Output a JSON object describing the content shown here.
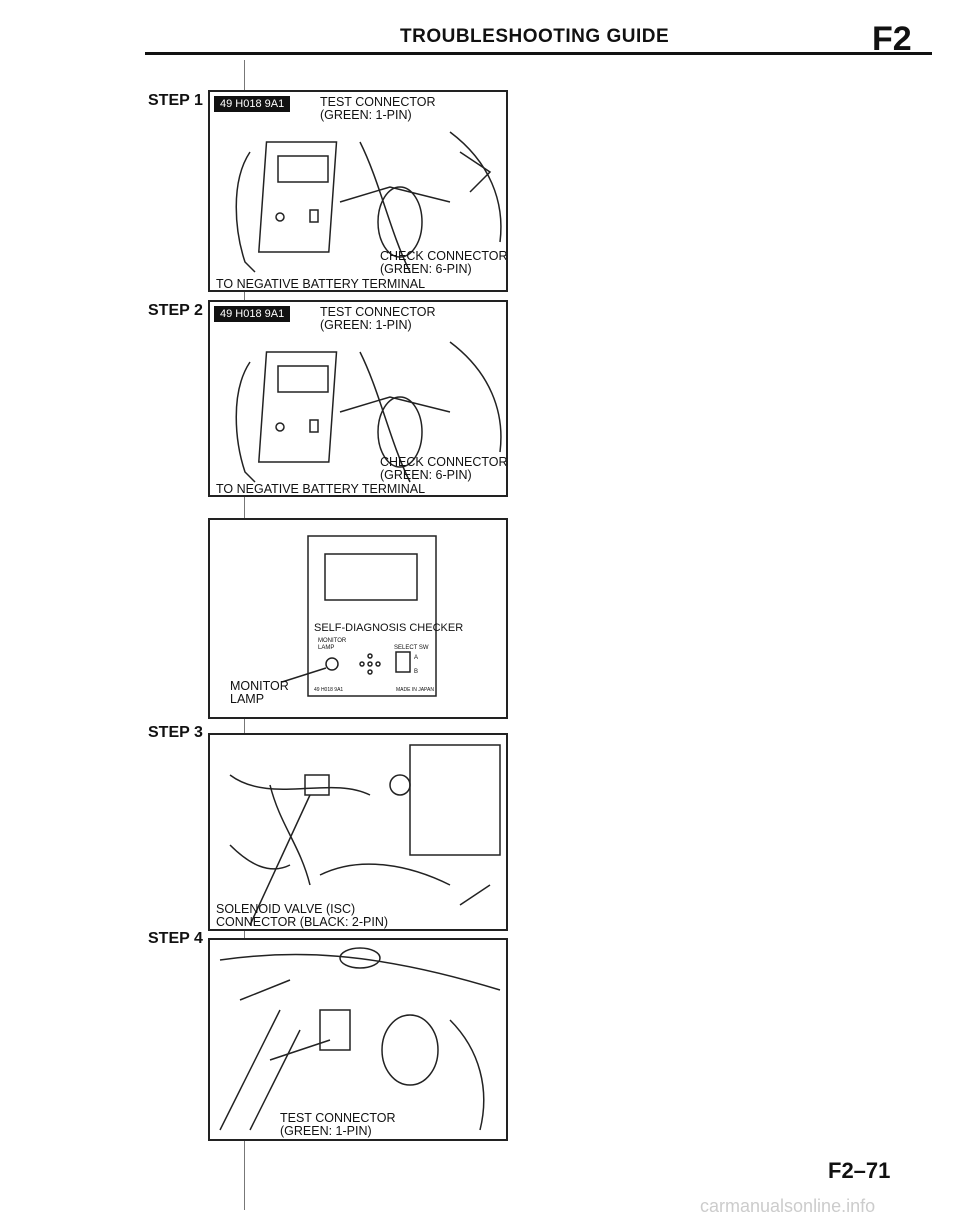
{
  "header": {
    "title": "TROUBLESHOOTING GUIDE",
    "section": "F2"
  },
  "steps": [
    {
      "label": "STEP 1",
      "tool_id": "49 H018 9A1",
      "callouts": [
        "TEST CONNECTOR\n(GREEN: 1-PIN)",
        "CHECK CONNECTOR\n(GREEN: 6-PIN)",
        "TO NEGATIVE BATTERY TERMINAL"
      ]
    },
    {
      "label": "STEP 2",
      "tool_id": "49 H018 9A1",
      "callouts": [
        "TEST CONNECTOR\n(GREEN: 1-PIN)",
        "CHECK CONNECTOR\n(GREEN: 6-PIN)",
        "TO NEGATIVE BATTERY TERMINAL"
      ]
    },
    {
      "label": "STEP 3",
      "callouts": [
        "SOLENOID VALVE (ISC)\nCONNECTOR (BLACK: 2-PIN)"
      ]
    },
    {
      "label": "STEP 4",
      "callouts": [
        "TEST CONNECTOR\n(GREEN: 1-PIN)"
      ]
    }
  ],
  "checker": {
    "title": "SELF-DIAGNOSIS CHECKER",
    "monitor": "MONITOR\nLAMP",
    "select": "SELECT SW",
    "a": "A",
    "b": "B",
    "tool_id": "49 H018 9A1",
    "made": "MADE IN JAPAN",
    "callout": "MONITOR\nLAMP"
  },
  "footer": {
    "page": "F2–71"
  },
  "watermark": "carmanualsonline.info"
}
